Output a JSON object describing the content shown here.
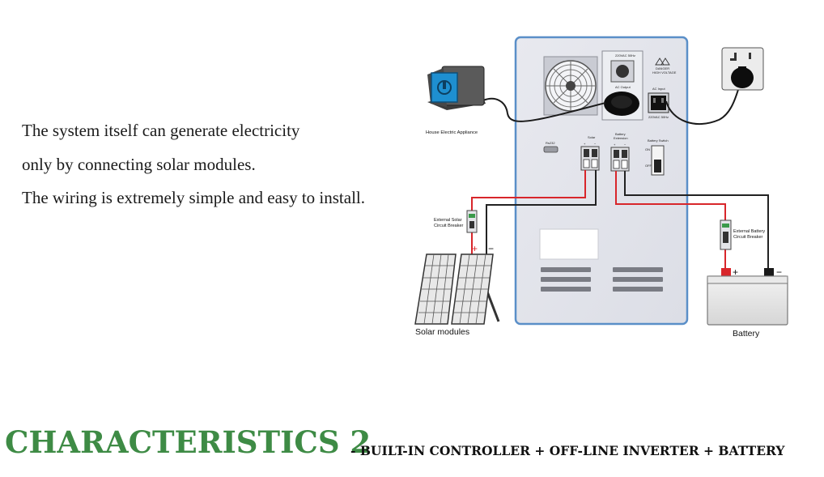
{
  "intro": {
    "line1": "The system itself can generate electricity",
    "line2": "only by connecting solar modules.",
    "line3": "The wiring is extremely simple and easy to install."
  },
  "diagram": {
    "appliance_label": "House Electric Appliance",
    "solar_label": "Solar modules",
    "battery_label": "Battery",
    "solar_breaker_label": [
      "External Solar",
      "Circuit Breaker"
    ],
    "battery_breaker_label": [
      "External Battery",
      "Circuit Breaker"
    ],
    "panel_output_label": "AC Output",
    "panel_input_label": "AC Input",
    "panel_rating_top": "220VAC 50Hz",
    "panel_rating_input": "220VAC 50Hz",
    "panel_rs232_label": "Rs232",
    "panel_solar_label": "Solar",
    "panel_battery_ext_label": [
      "Battery",
      "Extension"
    ],
    "panel_battery_switch_label": "Battery Switch",
    "warning_label": [
      "DANGER",
      "HIGH VOLTAGE"
    ],
    "solar_plus": "+",
    "solar_minus": "−",
    "battery_plus": "+",
    "battery_minus": "−",
    "terminal_plus": "+",
    "terminal_minus": "−",
    "switch_on": "ON",
    "switch_off": "OFF",
    "wire_positive_color": "#d8262b",
    "wire_negative_color": "#222222",
    "inverter_body_color": "#e3e5ec",
    "inverter_border_color": "#5a8fc8"
  },
  "footer": {
    "headline": "Characteristics 2",
    "subline": "- Built-in Controller + Off-line Inverter + Battery"
  }
}
